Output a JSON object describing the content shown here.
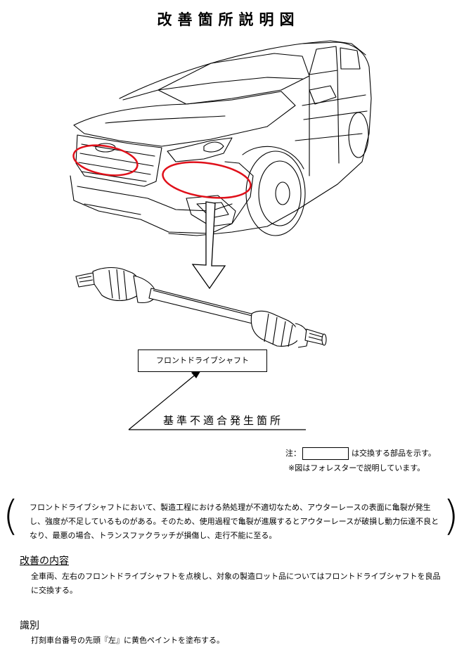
{
  "title": "改善箇所説明図",
  "part_label": "フロントドライブシャフト",
  "defect_label": "基準不適合発生箇所",
  "note": {
    "prefix": "注：",
    "suffix": "は交換する部品を示す。",
    "line2": "※図はフォレスターで説明しています。"
  },
  "description": "フロントドライブシャフトにおいて、製造工程における熱処理が不適切なため、アウターレースの表面に亀裂が発生し、強度が不足しているものがある。そのため、使用過程で亀裂が進展するとアウターレースが破損し動力伝達不良となり、最悪の場合、トランスファクラッチが損傷し、走行不能に至る。",
  "improvement": {
    "heading": "改善の内容",
    "text": "全車両、左右のフロントドライブシャフトを点検し、対象の製造ロット品についてはフロントドライブシャフトを良品に交換する。"
  },
  "identification": {
    "heading": "識別",
    "text": "打刻車台番号の先頭『左』に黄色ペイントを塗布する。"
  },
  "colors": {
    "highlight": "#e0101a",
    "line": "#000000"
  }
}
